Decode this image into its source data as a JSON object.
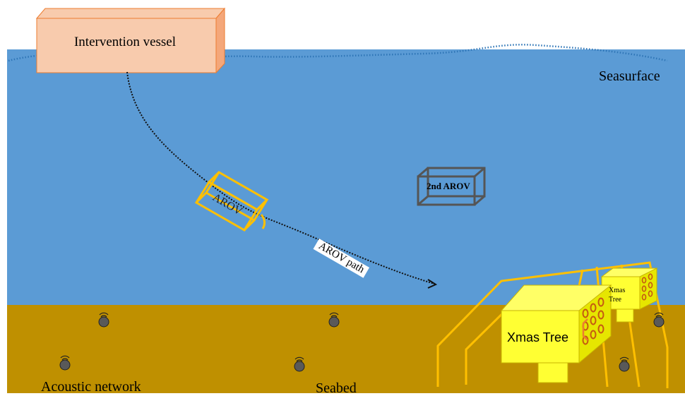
{
  "labels": {
    "vessel": "Intervention vessel",
    "seasurface": "Seasurface",
    "arov": "AROV",
    "second_arov": "2nd AROV",
    "arov_path": "AROV path",
    "xmas_tree_main": "Xmas Tree",
    "xmas_tree_small": "Xmas Tree",
    "acoustic_network": "Acoustic network",
    "seabed": "Seabed"
  },
  "colors": {
    "sea": "#5b9bd5",
    "seabed": "#bf9000",
    "vessel_fill": "#f8cbad",
    "vessel_edge": "#ed7d31",
    "arov_frame": "#ffc000",
    "second_arov_frame": "#555555",
    "xmas_tree": "#ffff33",
    "valve_ring": "#c55a11",
    "structure_frame": "#ffc000",
    "transponder": "#595959",
    "wave": "#2e75b6"
  },
  "icons": {
    "transponder": "acoustic-transponder-icon"
  }
}
